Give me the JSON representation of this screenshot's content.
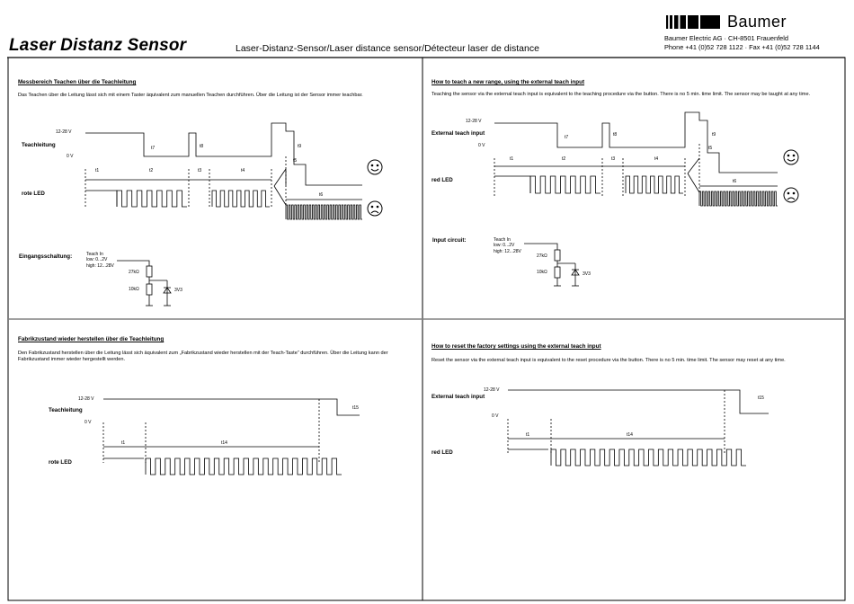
{
  "header": {
    "brand_title": "Laser Distanz Sensor",
    "subtitle": "Laser-Distanz-Sensor/Laser distance sensor/Détecteur laser de distance",
    "logo_text": "Baumer",
    "address_line1": "Baumer Electric AG · CH-8501 Frauenfeld",
    "address_line2": "Phone +41 (0)52 728 1122 · Fax +41 (0)52 728 1144"
  },
  "left": {
    "sec1": {
      "heading": "Messbereich Teachen über die Teachleitung",
      "text": "Das Teachen über die Leitung lässt sich mit einem Taster äquivalent zum manuellen Teachen durchführen. Über die Leitung ist der Sensor immer teachbar."
    },
    "sec2": {
      "heading": "Fabrikzustand wieder herstellen über die Teachleitung",
      "text": "Den Fabrikzustand herstellen über die Leitung lässt sich äquivalent zum „Fabrikzustand wieder herstellen mit der Teach-Taste“ durchführen. Über die Leitung kann der Fabrikzustand immer wieder hergestellt werden."
    },
    "signal_label": "Teachleitung",
    "led_label": "rote LED",
    "circuit_label": "Eingangsschaltung:"
  },
  "right": {
    "sec1": {
      "heading": "How to teach a new range, using the external teach input",
      "text": "Teaching the sensor via the external teach input is equivalent to the teaching procedure via the button. There is no 5 min. time limit. The sensor may be taught at any time."
    },
    "sec2": {
      "heading": "How to reset the factory settings using the external teach input",
      "text": "Reset the sensor via the external teach input is equivalent to the reset procedure via the button. There is no 5 min. time limit. The sensor may reset at any time."
    },
    "signal_label": "External teach input",
    "led_label": "red LED",
    "circuit_label": "Input circuit:"
  },
  "diagram": {
    "v_high": "12-28 V",
    "v_low": "0 V",
    "t1": "t1",
    "t2": "t2",
    "t3": "t3",
    "t4": "t4",
    "t5": "t5",
    "t6": "t6",
    "t7": "t7",
    "t8": "t8",
    "t9": "t9",
    "t14": "t14",
    "t15": "t15"
  },
  "circuit": {
    "teach_in": "Teach In",
    "low": "low: 0...2V",
    "high": "high: 12...28V",
    "r1": "27kΩ",
    "r2": "10kΩ",
    "zener": "3V3"
  }
}
